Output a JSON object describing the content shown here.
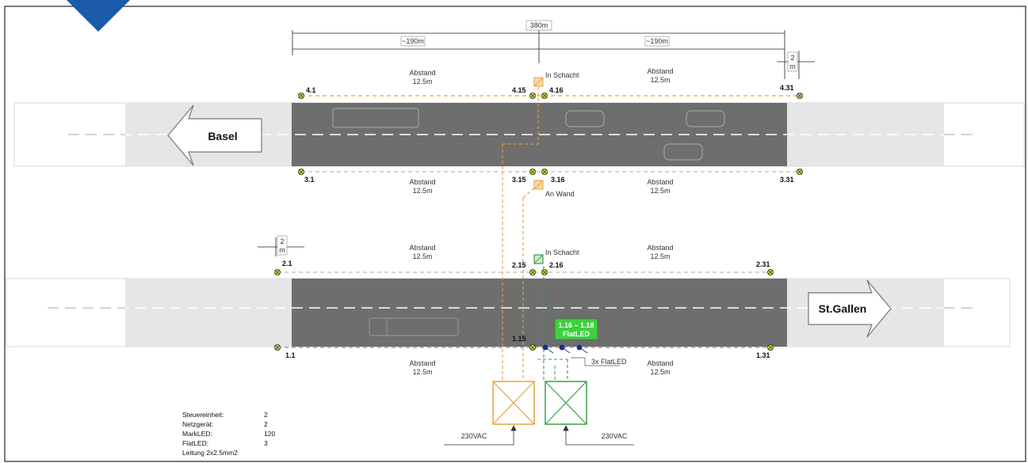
{
  "dimensions": {
    "total": "380m",
    "left": "~190m",
    "right": "~190m",
    "edge_top": [
      "2",
      "m"
    ],
    "edge_mid": [
      "2",
      "m"
    ]
  },
  "labels": {
    "abstand": "Abstand",
    "spacing": "12.5m",
    "in_schacht": "In Schacht",
    "an_wand": "An Wand",
    "flatled_3x": "3x FlatLED",
    "voltage": "230VAC"
  },
  "directions": {
    "left": "Basel",
    "right": "St.Gallen"
  },
  "markers": {
    "r4": [
      "4.1",
      "4.15",
      "4.16",
      "4.31"
    ],
    "r3": [
      "3.1",
      "3.15",
      "3.16",
      "3.31"
    ],
    "r2": [
      "2.1",
      "2.15",
      "2.16",
      "2.31"
    ],
    "r1": [
      "1.1",
      "1.15",
      "1.31"
    ]
  },
  "flatled_box": {
    "line1": "1.16 – 1.18",
    "line2": "FlatLED"
  },
  "legend": [
    {
      "label": "Steuereinheit:",
      "value": "2"
    },
    {
      "label": "Netzgerät:",
      "value": "2"
    },
    {
      "label": "MarkLED:",
      "value": "120"
    },
    {
      "label": "FlatLED:",
      "value": "3"
    },
    {
      "label": "Leitung 2x2.5mm2",
      "value": ""
    }
  ],
  "colors": {
    "orange": "#e8a040",
    "green": "#3aa04a",
    "blue_corner": "#1a5aa8",
    "road_dark": "#6e6e6e",
    "shoulder": "#e6e6e6",
    "marker_yellow": "#d8d82a",
    "led_blue": "#1a2a8a"
  }
}
